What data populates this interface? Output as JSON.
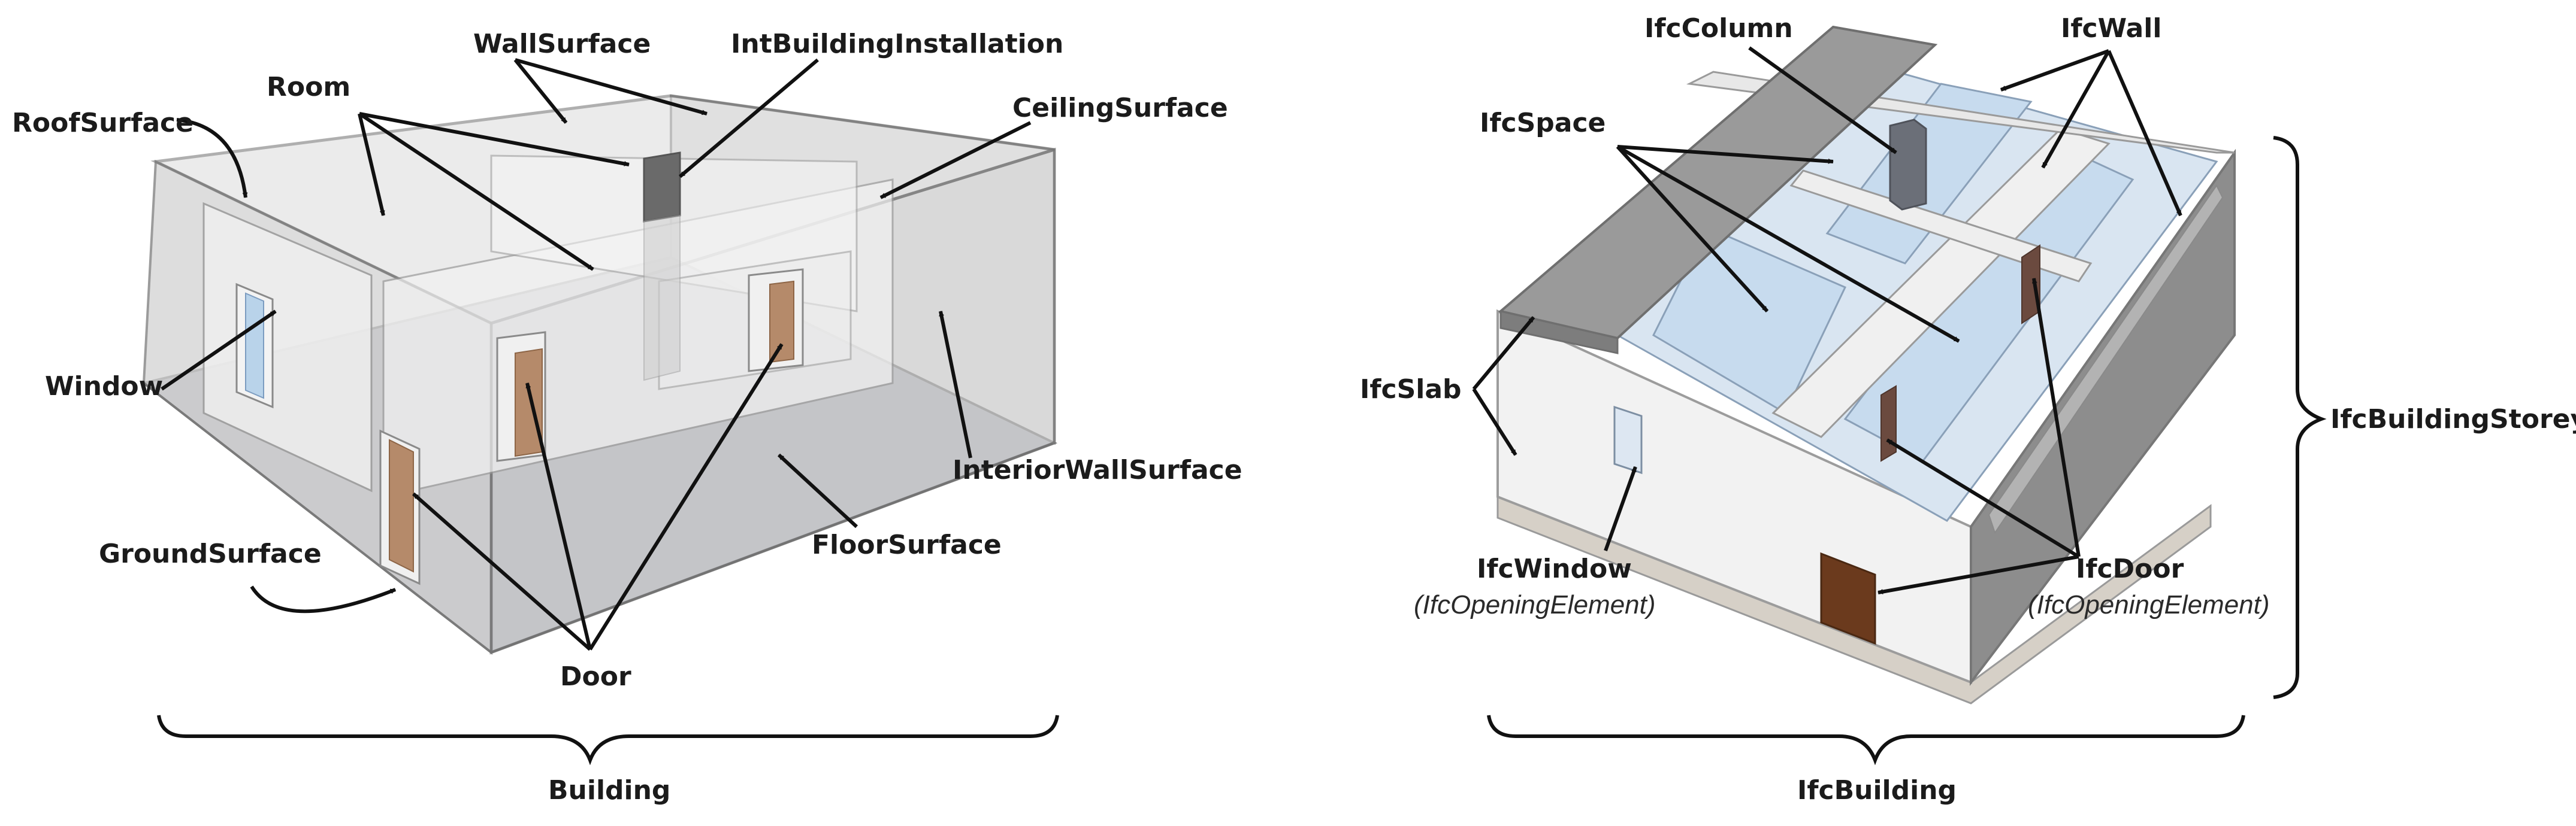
{
  "left": {
    "labels": {
      "room": "Room",
      "wall_surface": "WallSurface",
      "int_building_installation": "IntBuildingInstallation",
      "roof_surface": "RoofSurface",
      "ceiling_surface": "CeilingSurface",
      "window": "Window",
      "interior_wall_surface": "InteriorWallSurface",
      "floor_surface": "FloorSurface",
      "ground_surface": "GroundSurface",
      "door": "Door",
      "building": "Building"
    }
  },
  "right": {
    "labels": {
      "ifc_column": "IfcColumn",
      "ifc_wall": "IfcWall",
      "ifc_space": "IfcSpace",
      "ifc_slab": "IfcSlab",
      "ifc_building_storey": "IfcBuildingStorey",
      "ifc_window": "IfcWindow",
      "ifc_window_sub": "(IfcOpeningElement)",
      "ifc_door": "IfcDoor",
      "ifc_door_sub": "(IfcOpeningElement)",
      "ifc_building": "IfcBuilding"
    }
  },
  "colors": {
    "outline": "#6e6e6e",
    "translucent_wall": "#c9c9c9",
    "floor": "#aeb0b8",
    "door": "#b58a6a",
    "window_glass": "#b9d3ea",
    "column": "#6b6f78",
    "slab": "#8f8f8f",
    "space_fill": "#cfe0ef",
    "door_dark": "#6b3a1d",
    "leader": "#111111"
  }
}
